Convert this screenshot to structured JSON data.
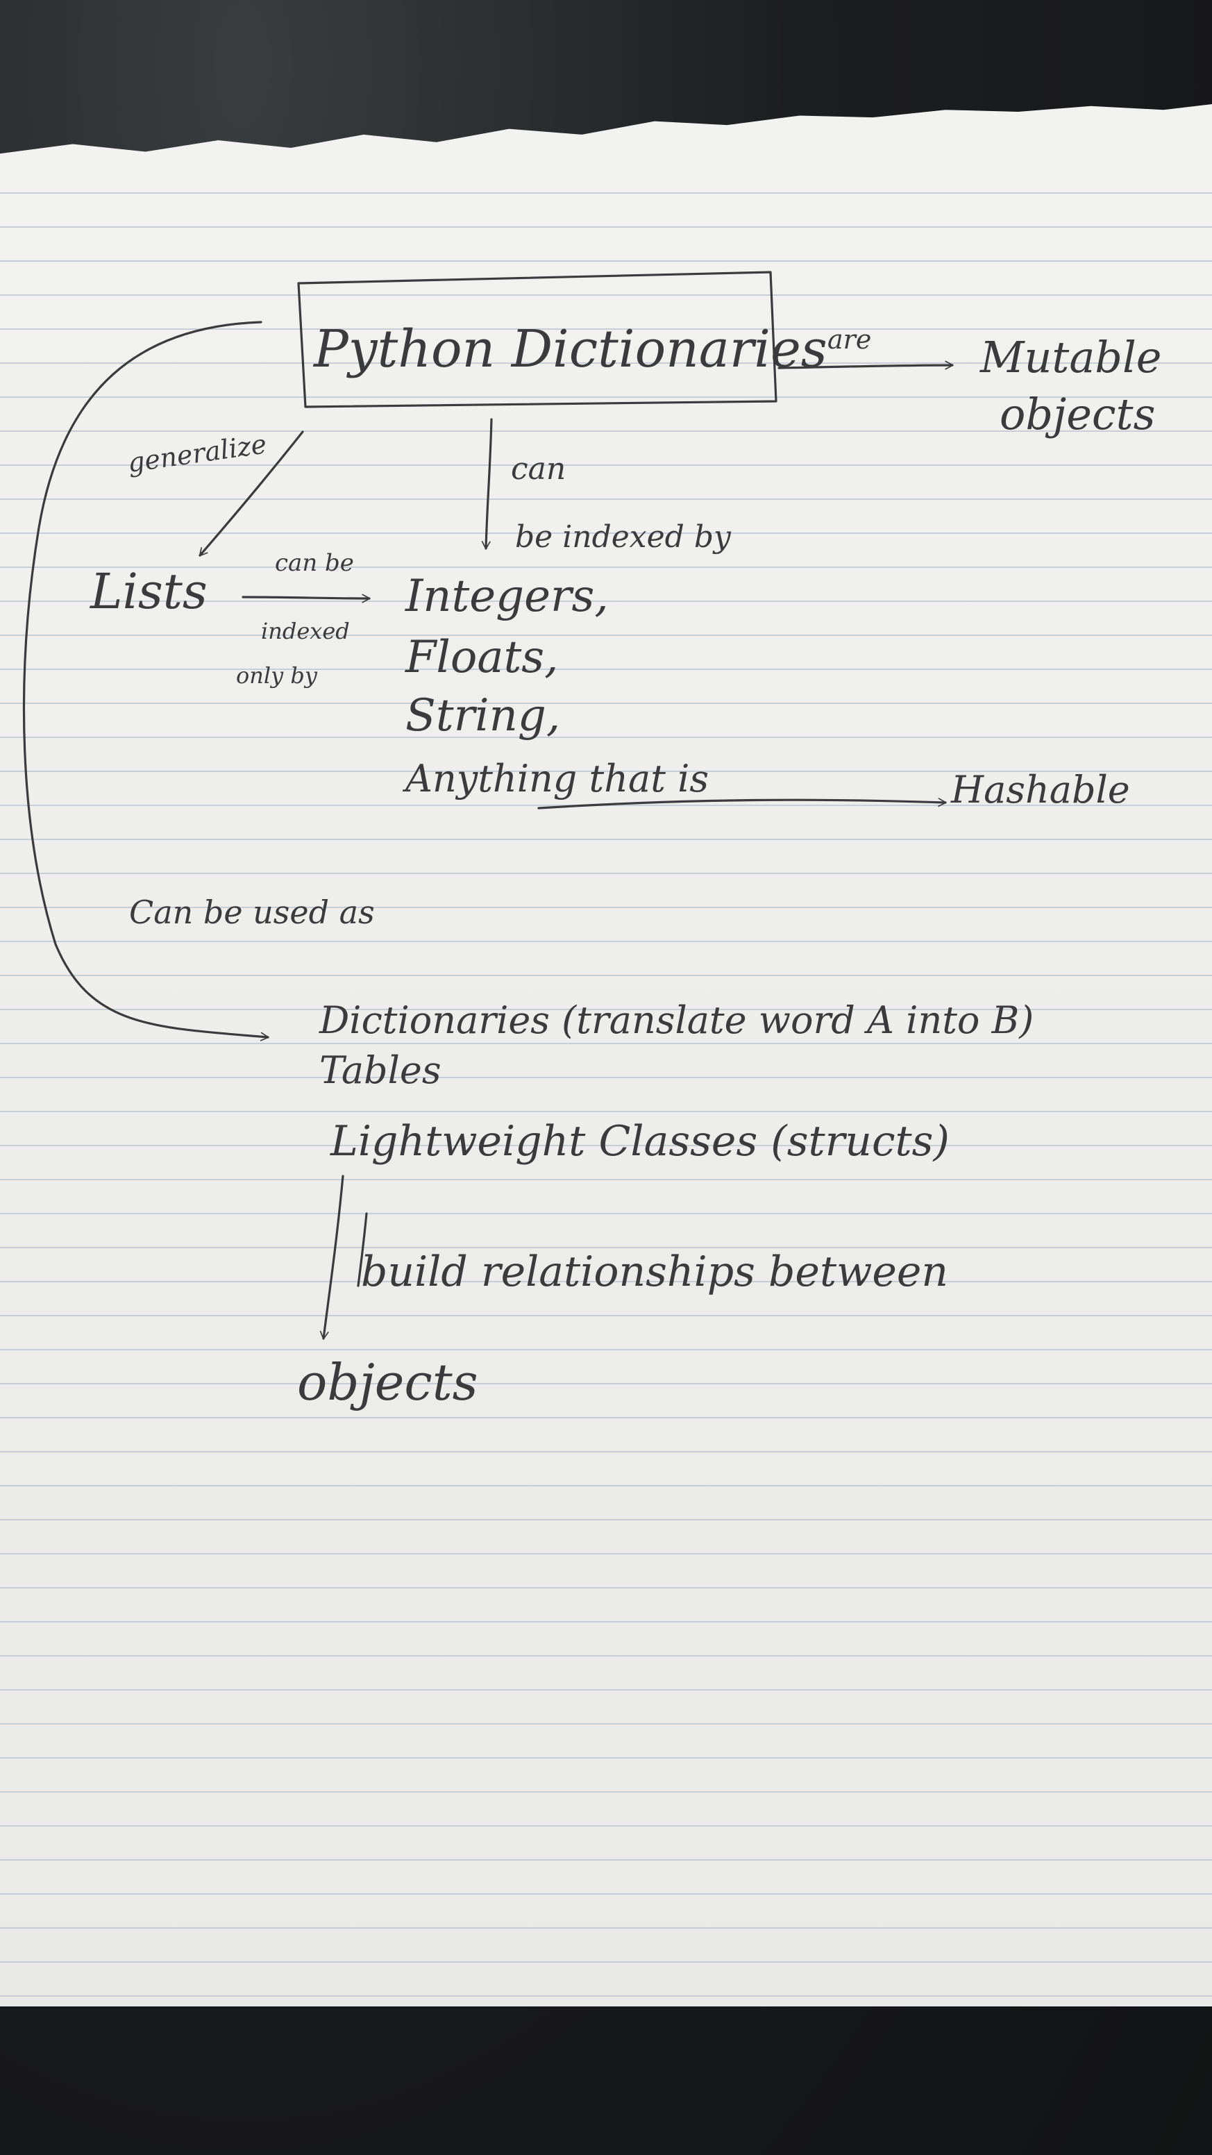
{
  "title_box": {
    "label": "Python Dictionaries"
  },
  "edges": {
    "are": "are",
    "generalize": "generalize",
    "can_be_indexed_by": [
      "can",
      "be indexed by"
    ],
    "lists_edge": [
      "can be",
      "indexed",
      "only by"
    ],
    "can_be_used_as": "Can be used as",
    "build_relationships": "build relationships between"
  },
  "nodes": {
    "mutable": [
      "Mutable",
      "objects"
    ],
    "lists": "Lists",
    "index_types": [
      "Integers,",
      "Floats,",
      "String,",
      "Anything that is"
    ],
    "hashable": "Hashable",
    "uses": [
      "Dictionaries (translate word A into B)",
      "Tables",
      "Lightweight Classes (structs)"
    ],
    "objects_final": "objects"
  },
  "colors": {
    "ink": "#3b3a3c",
    "paper": "#eeeeec",
    "ruling": "#b9c3cf",
    "background": "#1a1b1d"
  }
}
